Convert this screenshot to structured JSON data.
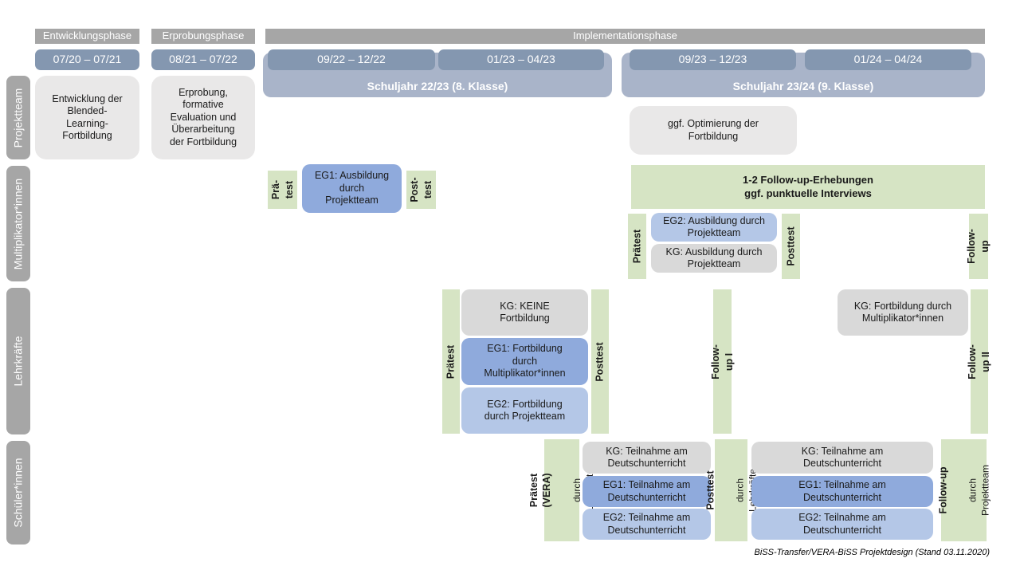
{
  "header": {
    "phases": [
      "Entwicklungsphase",
      "Erprobungsphase",
      "Implementationsphase"
    ],
    "dates": [
      "07/20 – 07/21",
      "08/21 – 07/22",
      "09/22 – 12/22",
      "01/23 – 04/23",
      "09/23 – 12/23",
      "01/24 – 04/24"
    ],
    "school_years": [
      "Schuljahr 22/23 (8. Klasse)",
      "Schuljahr 23/24 (9. Klasse)"
    ]
  },
  "row_labels": [
    "Projektteam",
    "Multiplikator*innen",
    "Lehrkräfte",
    "Schüler*innen"
  ],
  "projektteam": {
    "entwicklung": "Entwicklung der\nBlended-\nLearning-\nFortbildung",
    "erprobung": "Erprobung,\nformative\nEvaluation und\nÜberarbeitung\nder Fortbildung",
    "optimierung": "ggf. Optimierung der\nFortbildung"
  },
  "multiplikator": {
    "praetest_small": "Prä-\ntest",
    "eg1": "EG1: Ausbildung\ndurch\nProjektteam",
    "posttest_small": "Post-\ntest",
    "followup_bar": "1-2 Follow-up-Erhebungen\nggf. punktuelle Interviews",
    "praetest": "Prätest",
    "eg2": "EG2: Ausbildung durch\nProjektteam",
    "kg": "KG: Ausbildung durch\nProjektteam",
    "posttest": "Posttest",
    "followup": "Follow-up"
  },
  "lehrkraefte": {
    "praetest": "Prätest",
    "kg": "KG: KEINE\nFortbildung",
    "eg1": "EG1: Fortbildung\ndurch\nMultiplikator*innen",
    "eg2": "EG2: Fortbildung\ndurch Projektteam",
    "posttest": "Posttest",
    "followup1": "Follow-up I",
    "kg_fortbildung": "KG: Fortbildung durch\nMultiplikator*innen",
    "followup2": "Follow-up II"
  },
  "schueler": {
    "praetest_main": "Prätest (VERA)",
    "praetest_sub": "durch Lehrkräfte",
    "kg1": "KG: Teilnahme am\nDeutschunterricht",
    "eg1a": "EG1: Teilnahme am\nDeutschunterricht",
    "eg2a": "EG2: Teilnahme am\nDeutschunterricht",
    "posttest_main": "Posttest",
    "posttest_sub": "durch Lehrkräfte",
    "kg2": "KG: Teilnahme am\nDeutschunterricht",
    "eg1b": "EG1: Teilnahme am\nDeutschunterricht",
    "eg2b": "EG2: Teilnahme am\nDeutschunterricht",
    "followup_main": "Follow-up",
    "followup_sub": "durch\nProjektteam"
  },
  "caption": "BiSS-Transfer/VERA-BiSS Projektdesign (Stand 03.11.2020)",
  "colors": {
    "phaseBar": "#a6a6a6",
    "dateBar": "#8497b0",
    "yearBar": "#a9b4c9",
    "lightBox": "#e9e8e8",
    "kgBox": "#d9d9d9",
    "greenBox": "#d6e4c4",
    "eg1Box": "#8faadc",
    "eg2Box": "#b4c7e7",
    "rowLabel": "#a6a6a6",
    "textDark": "#1a1a1a",
    "textLight": "#ffffff"
  }
}
